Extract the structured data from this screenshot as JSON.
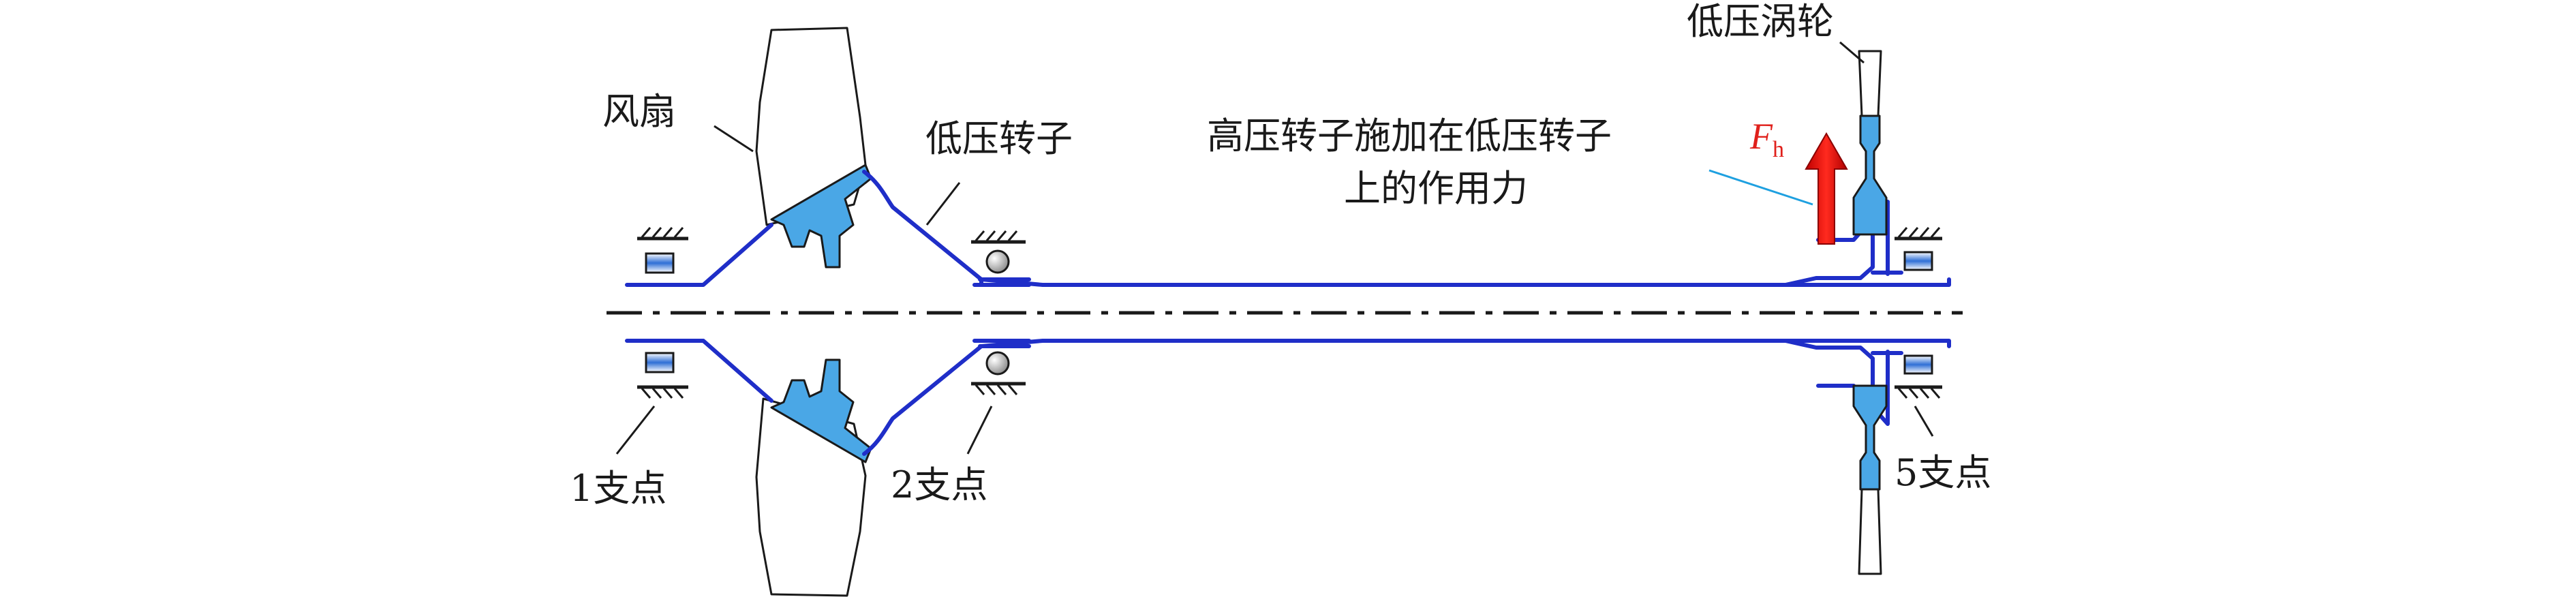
{
  "labels": {
    "fan": "风扇",
    "lp_rotor": "低压转子",
    "lp_turbine": "低压涡轮",
    "hp_force_line1": "高压转子施加在低压转子",
    "hp_force_line2": "上的作用力",
    "force_symbol": "F",
    "force_subscript": "h",
    "support_1": "1支点",
    "support_2": "2支点",
    "support_5": "5支点"
  },
  "colors": {
    "shaft": "#1f2ec8",
    "disk": "#4aa7e6",
    "force_arrow": "#e0201b",
    "leader_blue": "#1ea0e0"
  }
}
